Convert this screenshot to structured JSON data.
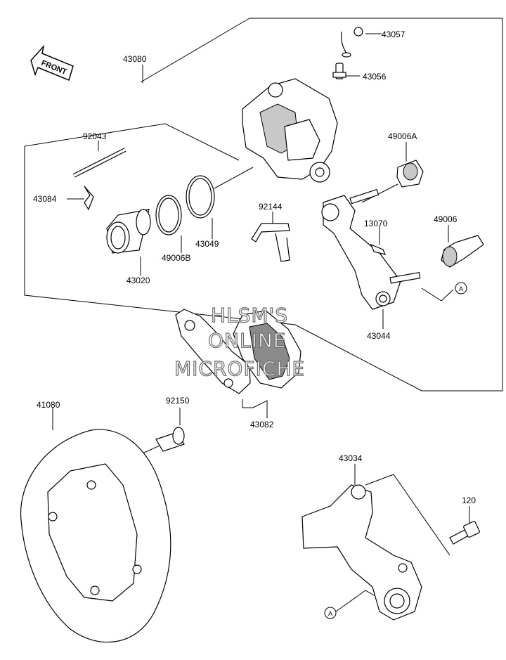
{
  "orientation": {
    "front_label": "FRONT"
  },
  "parts": [
    {
      "id": "43057",
      "label": "43057"
    },
    {
      "id": "43056",
      "label": "43056"
    },
    {
      "id": "43080",
      "label": "43080"
    },
    {
      "id": "92043",
      "label": "92043"
    },
    {
      "id": "43084",
      "label": "43084"
    },
    {
      "id": "49006A",
      "label": "49006A"
    },
    {
      "id": "92144",
      "label": "92144"
    },
    {
      "id": "13070",
      "label": "13070"
    },
    {
      "id": "49006",
      "label": "49006"
    },
    {
      "id": "43049",
      "label": "43049"
    },
    {
      "id": "49006B",
      "label": "49006B"
    },
    {
      "id": "43020",
      "label": "43020"
    },
    {
      "id": "43044",
      "label": "43044"
    },
    {
      "id": "43082",
      "label": "43082"
    },
    {
      "id": "41080",
      "label": "41080"
    },
    {
      "id": "92150",
      "label": "92150"
    },
    {
      "id": "43034",
      "label": "43034"
    },
    {
      "id": "120",
      "label": "120"
    }
  ],
  "reference_markers": {
    "a_top": "A",
    "a_bottom": "A"
  },
  "watermark": {
    "line1": "HLSM'S",
    "line2": "ONLINE",
    "line3": "MICROFICHE"
  }
}
